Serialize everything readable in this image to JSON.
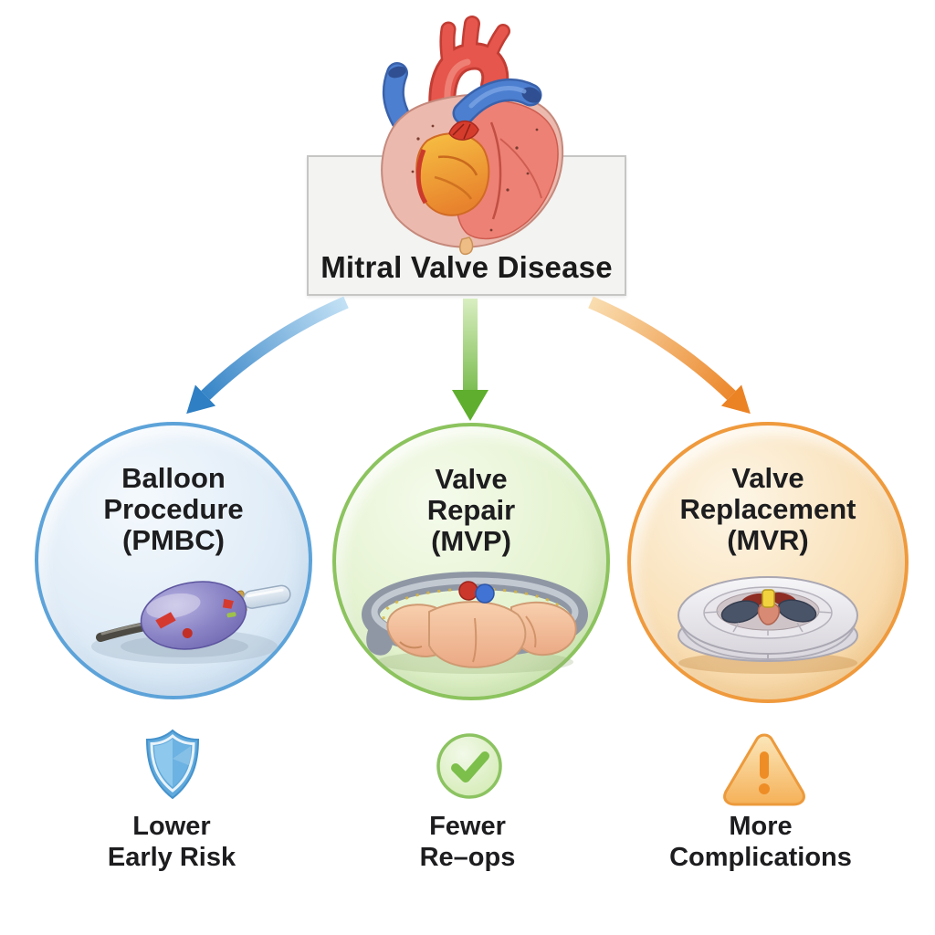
{
  "diagram": {
    "title": "Mitral Valve Disease",
    "central_image": "anatomical-heart-illustration",
    "background_color": "#ffffff",
    "title_box": {
      "background": "#f3f3f1",
      "border_color": "#c6c6c4"
    }
  },
  "branches": [
    {
      "name": "balloon-procedure",
      "label": "Balloon Procedure (PMBC)",
      "label_lines": [
        "Balloon",
        "Procedure",
        "(PMBC)"
      ],
      "illustration": "balloon-catheter",
      "icon": "shield-icon",
      "outcome": "Lower Early Risk",
      "outcome_lines": [
        "Lower",
        "Early Risk"
      ],
      "accent_color": "#2e7fc4",
      "circle_border_color": "#5da3d9",
      "circle_fill_color": "#dcebf7"
    },
    {
      "name": "valve-repair",
      "label": "Valve Repair (MVP)",
      "label_lines": [
        "Valve",
        "Repair",
        "(MVP)"
      ],
      "illustration": "repaired-mitral-valve-with-annuloplasty-ring",
      "icon": "check-icon",
      "outcome": "Fewer Re–ops",
      "outcome_lines": [
        "Fewer",
        "Re–ops"
      ],
      "accent_color": "#5fae2e",
      "circle_border_color": "#8cc35e",
      "circle_fill_color": "#e0f0c9"
    },
    {
      "name": "valve-replacement",
      "label": "Valve Replacement (MVR)",
      "label_lines": [
        "Valve",
        "Replacement",
        "(MVR)"
      ],
      "illustration": "prosthetic-mechanical-valve",
      "icon": "warning-icon",
      "outcome": "More Complications",
      "outcome_lines": [
        "More",
        "Complications"
      ],
      "accent_color": "#eb8325",
      "circle_border_color": "#ef9a3d",
      "circle_fill_color": "#f8d9a8"
    }
  ]
}
